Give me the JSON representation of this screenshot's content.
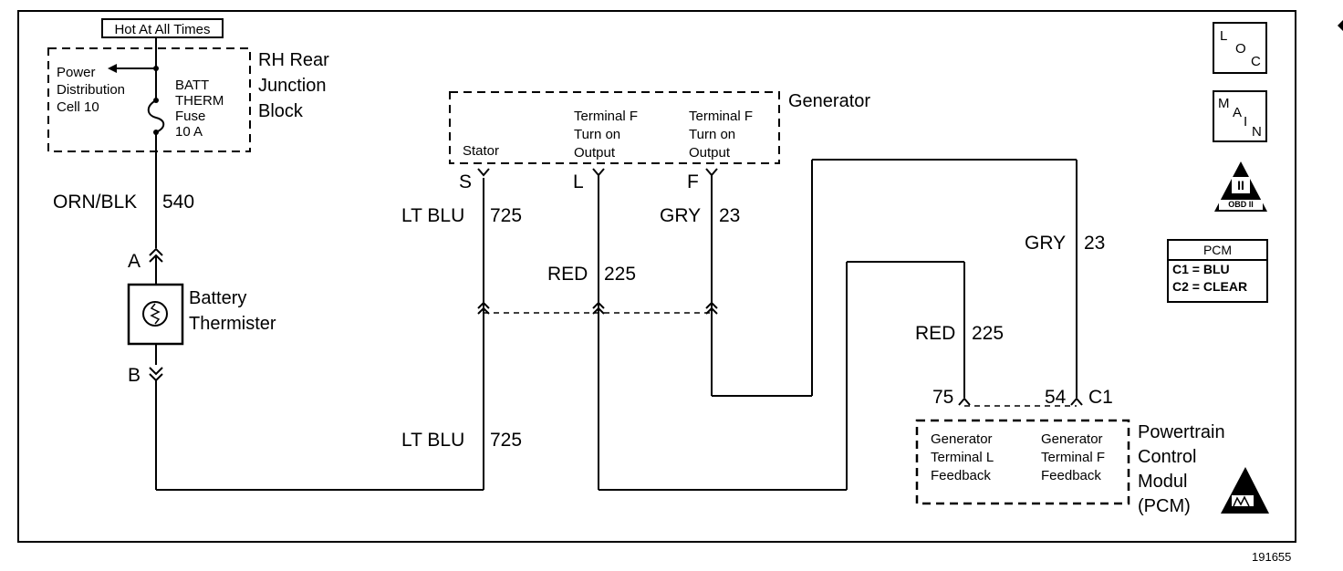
{
  "hot_label": "Hot At All Times",
  "junction_block": {
    "title": "RH Rear\nJunction\nBlock",
    "power_distribution": "Power\nDistribution\nCell 10",
    "fuse": "BATT\nTHERM\nFuse\n10 A"
  },
  "generator": {
    "title": "Generator",
    "stator": "Stator",
    "terminal_l": "Terminal F\nTurn on\nOutput",
    "terminal_f": "Terminal F\nTurn on\nOutput",
    "pin_s": "S",
    "pin_l": "L",
    "pin_f": "F"
  },
  "wires": {
    "orn_blk": "ORN/BLK",
    "orn_blk_num": "540",
    "lt_blu_top": "LT BLU",
    "lt_blu_top_num": "725",
    "red_mid": "RED",
    "red_mid_num": "225",
    "gry_left": "GRY",
    "gry_left_num": "23",
    "gry_right": "GRY",
    "gry_right_num": "23",
    "red_right": "RED",
    "red_right_num": "225",
    "lt_blu_bottom": "LT BLU",
    "lt_blu_bottom_num": "725"
  },
  "thermister": {
    "title": "Battery\nThermister",
    "pin_a": "A",
    "pin_b": "B"
  },
  "pcm": {
    "pin_75": "75",
    "pin_54": "54",
    "connector": "C1",
    "title": "Powertrain\nControl\nModul\n(PCM)",
    "feedback_l": "Generator\nTerminal L\nFeedback",
    "feedback_f": "Generator\nTerminal F\nFeedback"
  },
  "side_icons": {
    "loc": [
      "L",
      "O",
      "C"
    ],
    "main": [
      "M",
      "A",
      "I",
      "N"
    ],
    "obd": "OBD II",
    "obd_numeral": "II"
  },
  "pcm_table": {
    "header": "PCM",
    "c1": "C1 = BLU",
    "c2": "C2 = CLEAR"
  },
  "figure_number": "191655"
}
